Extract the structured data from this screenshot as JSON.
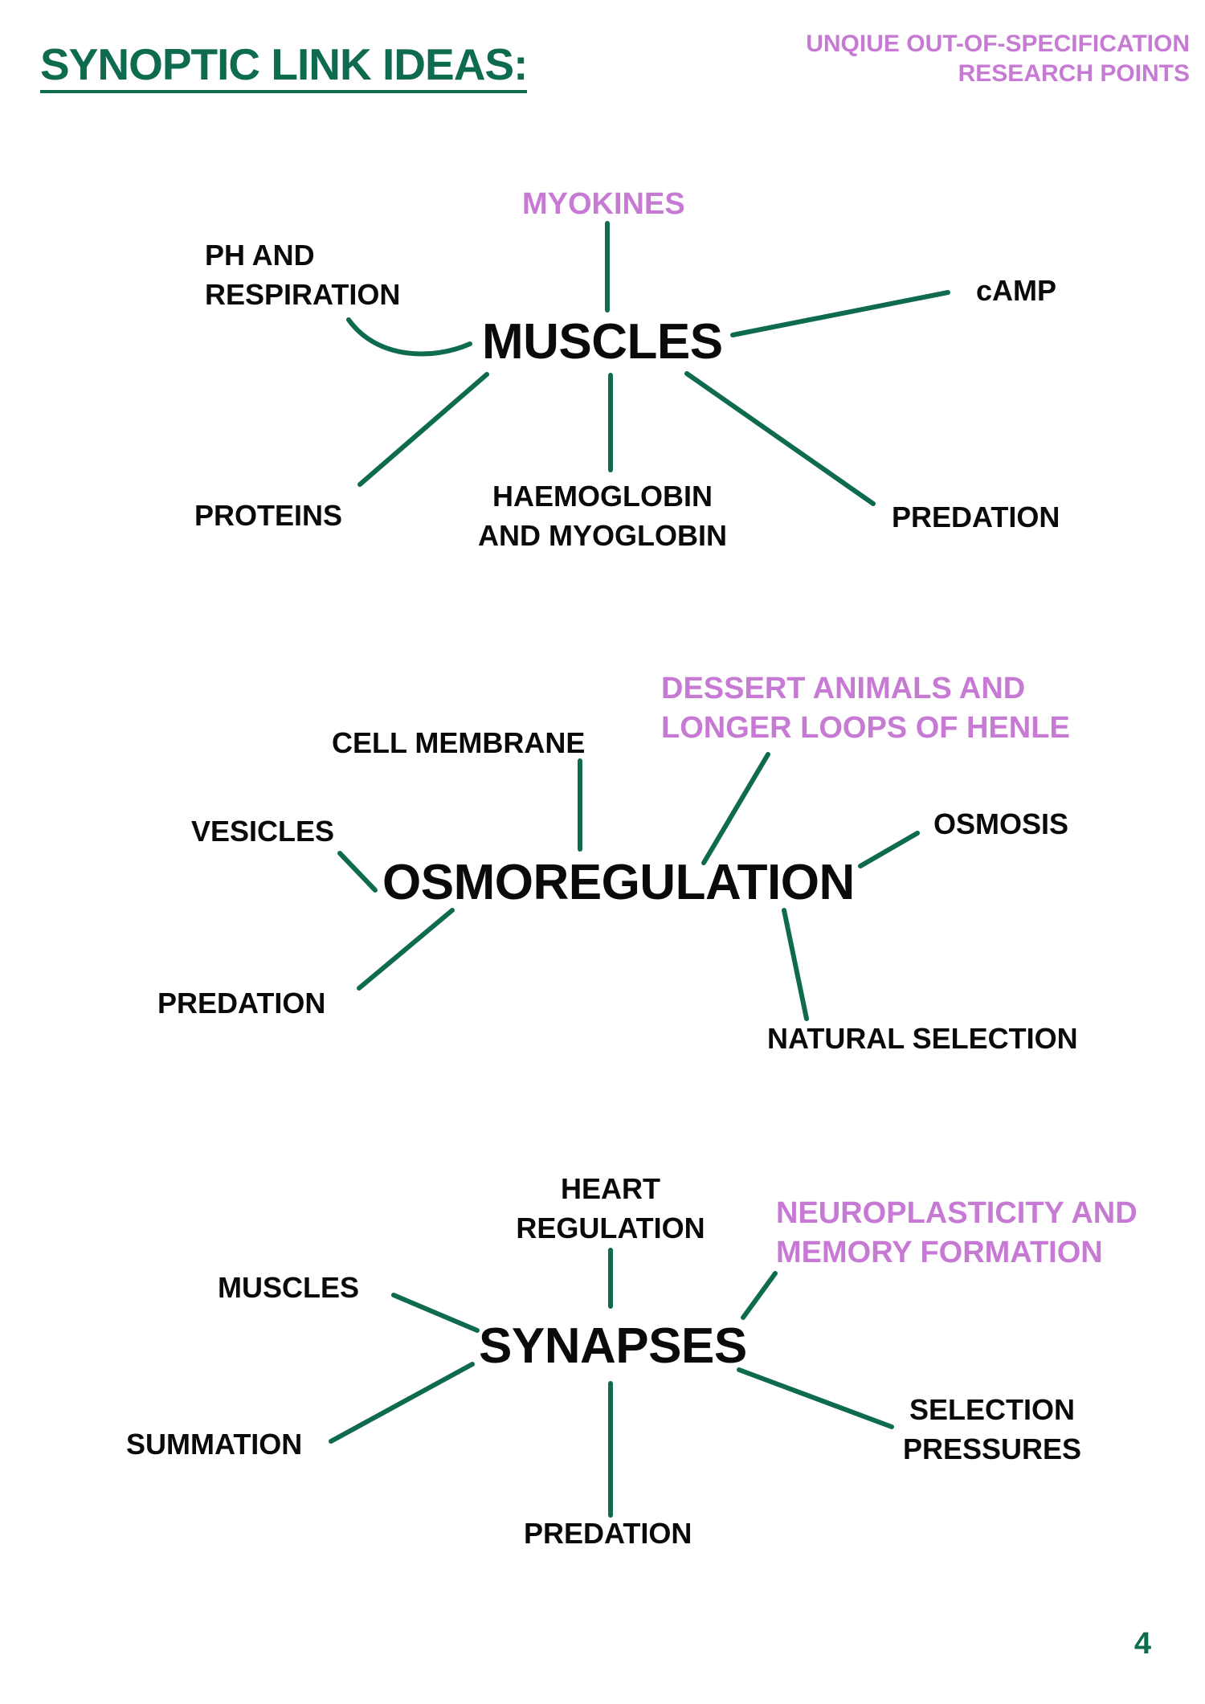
{
  "header": {
    "title": "SYNOPTIC LINK IDEAS:",
    "legend_lines": [
      "UNQIUE OUT-OF-SPECIFICATION",
      "RESEARCH POINTS"
    ]
  },
  "colors": {
    "accent": "#0e6b4f",
    "highlight": "#c77ad3",
    "text": "#0a0a0a"
  },
  "maps": [
    {
      "hub": "MUSCLES",
      "nodes": [
        {
          "lines": [
            "MYOKINES"
          ],
          "highlight": true
        },
        {
          "lines": [
            "PH AND",
            "RESPIRATION"
          ],
          "highlight": false
        },
        {
          "lines": [
            "cAMP"
          ],
          "highlight": false
        },
        {
          "lines": [
            "PROTEINS"
          ],
          "highlight": false
        },
        {
          "lines": [
            "HAEMOGLOBIN",
            "AND MYOGLOBIN"
          ],
          "highlight": false
        },
        {
          "lines": [
            "PREDATION"
          ],
          "highlight": false
        }
      ]
    },
    {
      "hub": "OSMOREGULATION",
      "nodes": [
        {
          "lines": [
            "CELL MEMBRANE"
          ],
          "highlight": false
        },
        {
          "lines": [
            "DESSERT ANIMALS AND",
            "LONGER LOOPS OF HENLE"
          ],
          "highlight": true
        },
        {
          "lines": [
            "VESICLES"
          ],
          "highlight": false
        },
        {
          "lines": [
            "OSMOSIS"
          ],
          "highlight": false
        },
        {
          "lines": [
            "PREDATION"
          ],
          "highlight": false
        },
        {
          "lines": [
            "NATURAL SELECTION"
          ],
          "highlight": false
        }
      ]
    },
    {
      "hub": "SYNAPSES",
      "nodes": [
        {
          "lines": [
            "HEART",
            "REGULATION"
          ],
          "highlight": false
        },
        {
          "lines": [
            "NEUROPLASTICITY AND",
            "MEMORY FORMATION"
          ],
          "highlight": true
        },
        {
          "lines": [
            "MUSCLES"
          ],
          "highlight": false
        },
        {
          "lines": [
            "SUMMATION"
          ],
          "highlight": false
        },
        {
          "lines": [
            "SELECTION",
            "PRESSURES"
          ],
          "highlight": false
        },
        {
          "lines": [
            "PREDATION"
          ],
          "highlight": false
        }
      ]
    }
  ],
  "page_number": "4"
}
